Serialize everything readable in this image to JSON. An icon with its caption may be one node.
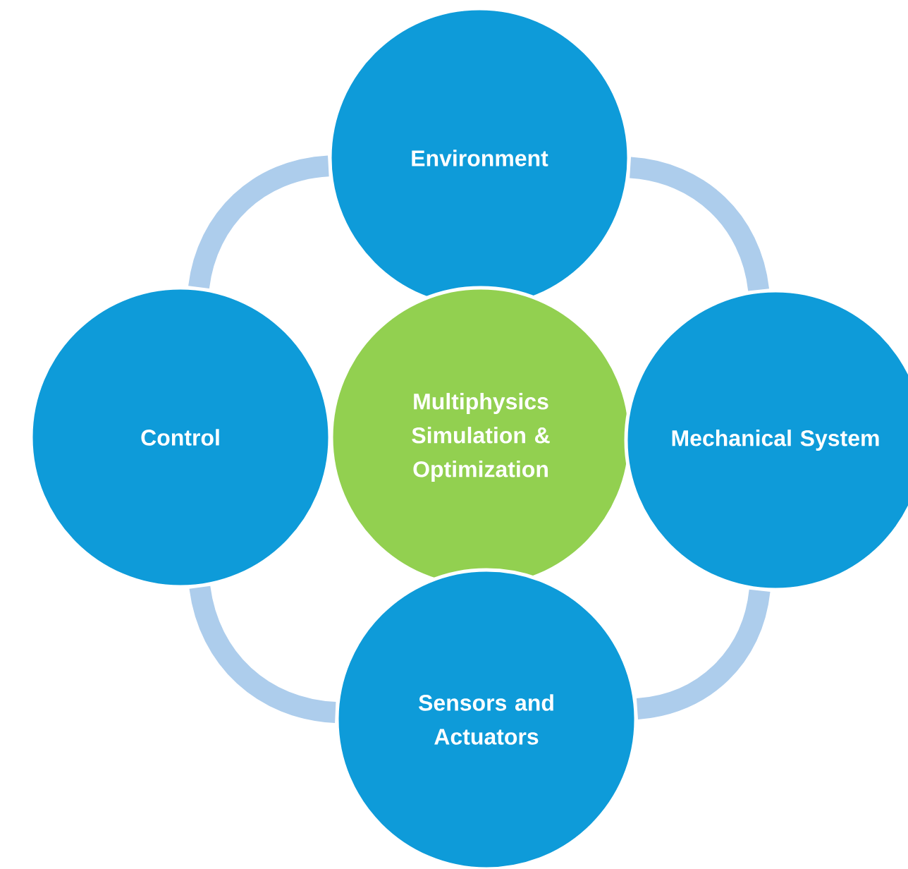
{
  "diagram": {
    "nodes": [
      {
        "text": [
          "Environment"
        ]
      },
      {
        "text": [
          "Control"
        ]
      },
      {
        "text": [
          "Multiphysics Simulation & Optimization"
        ]
      },
      {
        "text": [
          "Mechanical System"
        ]
      },
      {
        "text": [
          "Sensors and Actuators"
        ]
      }
    ],
    "edges": [
      {
        "from": 0,
        "to": 3,
        "arrow": "none"
      },
      {
        "from": 3,
        "to": 4,
        "arrow": "none"
      },
      {
        "from": 4,
        "to": 1,
        "arrow": "none"
      },
      {
        "from": 1,
        "to": 0,
        "arrow": "none"
      }
    ]
  }
}
